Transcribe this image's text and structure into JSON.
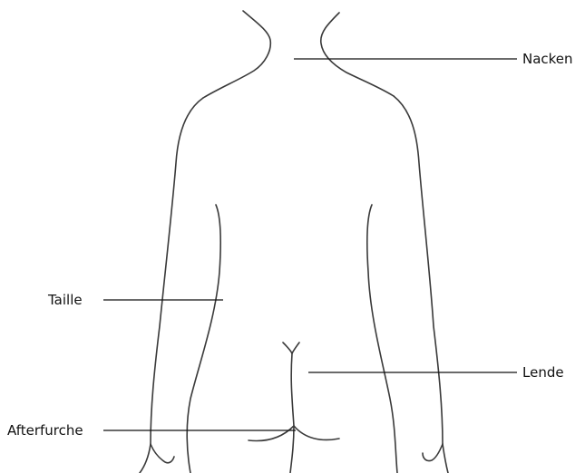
{
  "labels": {
    "nacken": "Nacken",
    "taille": "Taille",
    "lende": "Lende",
    "afterfurche": "Afterfurche"
  }
}
